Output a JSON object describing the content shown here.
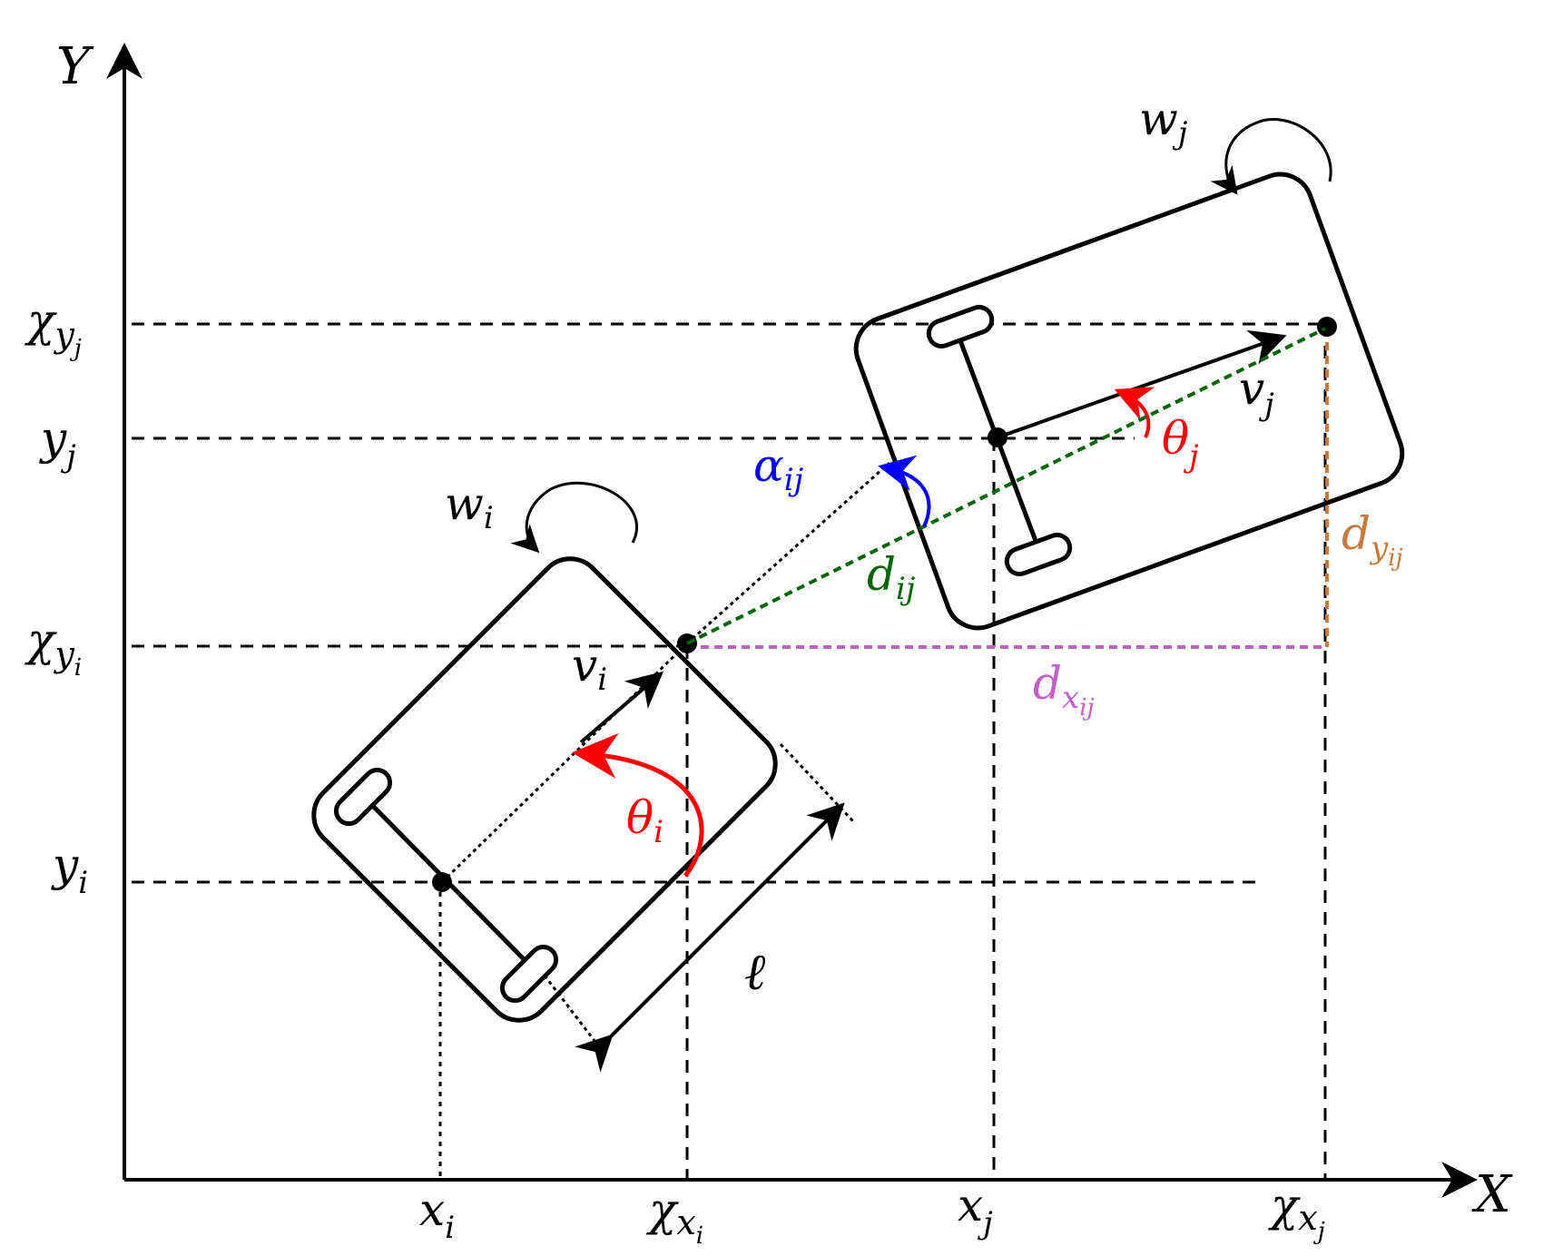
{
  "axes": {
    "x_label": "X",
    "y_label": "Y",
    "x_ticks": [
      {
        "main": "x",
        "sub": "i"
      },
      {
        "main": "χ",
        "sub": "x",
        "subsub": "i"
      },
      {
        "main": "x",
        "sub": "j"
      },
      {
        "main": "χ",
        "sub": "x",
        "subsub": "j"
      }
    ],
    "y_ticks": [
      {
        "main": "χ",
        "sub": "y",
        "subsub": "j"
      },
      {
        "main": "y",
        "sub": "j"
      },
      {
        "main": "χ",
        "sub": "y",
        "subsub": "i"
      },
      {
        "main": "y",
        "sub": "i"
      }
    ]
  },
  "robot_i": {
    "angular_velocity": {
      "main": "w",
      "sub": "i"
    },
    "velocity": {
      "main": "v",
      "sub": "i"
    },
    "heading": {
      "main": "θ",
      "sub": "i"
    },
    "length_label": "ℓ"
  },
  "robot_j": {
    "angular_velocity": {
      "main": "w",
      "sub": "j"
    },
    "velocity": {
      "main": "v",
      "sub": "j"
    },
    "heading": {
      "main": "θ",
      "sub": "j"
    }
  },
  "relations": {
    "alpha": {
      "main": "α",
      "sub": "ij"
    },
    "distance": {
      "main": "d",
      "sub": "ij"
    },
    "dx": {
      "main": "d",
      "sub": "x",
      "subsub": "ij"
    },
    "dy": {
      "main": "d",
      "sub": "y",
      "subsub": "ij"
    }
  },
  "colors": {
    "axis": "#000000",
    "heading": "#ff0000",
    "alpha": "#0000ff",
    "distance": "#006400",
    "dx": "#c060c8",
    "dy": "#c87a3c"
  }
}
